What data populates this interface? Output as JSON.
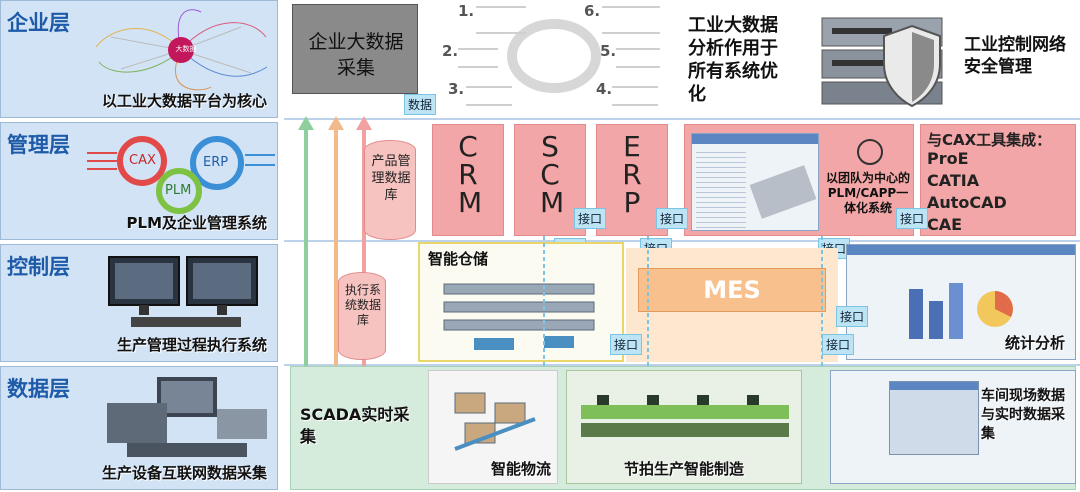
{
  "layers": [
    {
      "title": "企业层",
      "caption": "以工业大数据平台为核心"
    },
    {
      "title": "管理层",
      "caption": "PLM及企业管理系统"
    },
    {
      "title": "控制层",
      "caption": "生产管理过程执行系统"
    },
    {
      "title": "数据层",
      "caption": "生产设备互联网数据采集"
    }
  ],
  "enterprise": {
    "bigdata_box": "企业大数据采集",
    "bigdata_analysis": "工业大数据分析作用于所有系统优化",
    "security": "工业控制网络安全管理",
    "hub_label": "大数据",
    "steps": [
      "1.",
      "2.",
      "3.",
      "4.",
      "5.",
      "6."
    ],
    "data_tag": "数据"
  },
  "mgmt": {
    "cax": "CAX",
    "plm": "PLM",
    "erp": "ERP",
    "product_db": "产品管理数据库",
    "crm": "CRM",
    "scm": "SCM",
    "erp_box": "ERP",
    "plm_capp": "以团队为中心的PLM/CAPP一体化系统",
    "cax_tools_title": "与CAX工具集成：",
    "cax_tools": [
      "ProE",
      "CATIA",
      "AutoCAD",
      "CAE"
    ]
  },
  "control": {
    "exec_db": "执行系统数据库",
    "warehouse": "智能仓储",
    "mes": "MES",
    "statistics": "统计分析"
  },
  "interfaces": [
    "接口",
    "接口",
    "接口",
    "接口",
    "接口",
    "接口",
    "接口",
    "接口",
    "接口"
  ],
  "data_layer": {
    "scada": "SCADA实时采集",
    "logistics": "智能物流",
    "production_line": "节拍生产智能制造",
    "workshop": "车间现场数据与实时数据采集"
  }
}
